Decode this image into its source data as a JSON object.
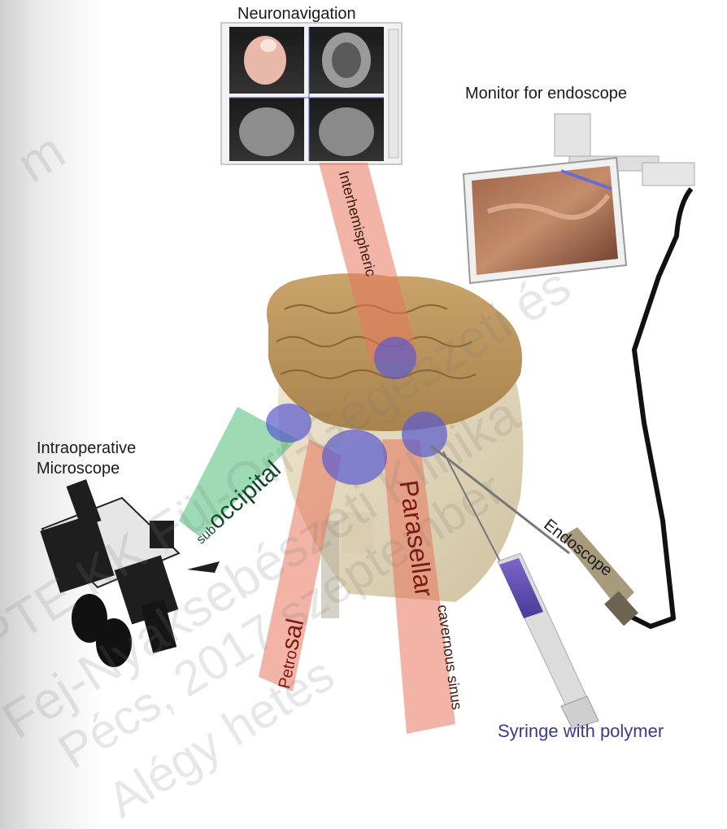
{
  "labels": {
    "neuronavigation": "Neuronavigation",
    "monitor": "Monitor for endoscope",
    "microscope_line1": "Intraoperative",
    "microscope_line2": "Microscope",
    "endoscope": "Endoscope",
    "syringe": "Syringe with polymer"
  },
  "approaches": {
    "interhemispheric": "Interhemispheric",
    "suboccipital_a": "sub",
    "suboccipital_b": "occipital",
    "petrosal_a": "Petro",
    "petrosal_b": "sal",
    "parasellar": "Parasellar",
    "cavernous": "cavernous sinus"
  },
  "watermark": {
    "line1": "PTE KK Fül-Orr-Gégészeti és",
    "line2": "Fej-Nyaksebészeti Klinika",
    "line3": "Pécs, 2017 szeptember",
    "line4": "Alégy hetes",
    "fragment": "m"
  },
  "colors": {
    "approach_red": "#e8775c",
    "approach_green": "#39b86a",
    "target_blue": "#5a5ad0",
    "syringe_label": "#3a3a8c",
    "cable": "#111111"
  }
}
